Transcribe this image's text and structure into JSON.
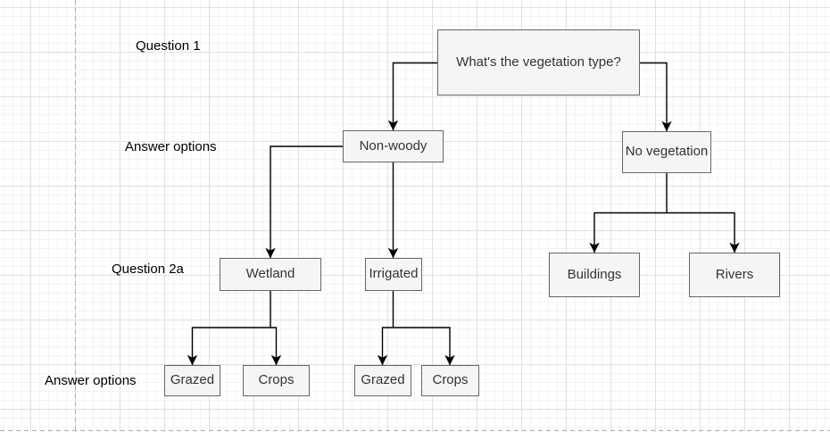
{
  "canvas": {
    "type": "diagram-canvas",
    "grid": "on",
    "colors": {
      "background": "#ffffff",
      "grid_minor": "#f3f3f3",
      "grid_major": "#e0e0e0",
      "page_border": "#ababab",
      "node_fill": "#f5f5f5",
      "node_border": "#666666",
      "node_text": "#333333",
      "edge": "#000000",
      "label_text": "#000000"
    }
  },
  "labels": {
    "question1": "Question 1",
    "answer_options_top": "Answer options",
    "question2a": "Question 2a",
    "answer_options_bottom": "Answer options"
  },
  "nodes": {
    "vegetation_type": {
      "label": "What's the vegetation type?"
    },
    "non_woody": {
      "label": "Non-woody"
    },
    "no_vegetation": {
      "label": "No vegetation"
    },
    "wetland": {
      "label": "Wetland"
    },
    "irrigated": {
      "label": "Irrigated"
    },
    "buildings": {
      "label": "Buildings"
    },
    "rivers": {
      "label": "Rivers"
    },
    "grazed_wetland": {
      "label": "Grazed"
    },
    "crops_wetland": {
      "label": "Crops"
    },
    "grazed_irrigated": {
      "label": "Grazed"
    },
    "crops_irrigated": {
      "label": "Crops"
    }
  },
  "edges": [
    {
      "from": "vegetation_type",
      "to": "non_woody"
    },
    {
      "from": "vegetation_type",
      "to": "no_vegetation"
    },
    {
      "from": "non_woody",
      "to": "wetland"
    },
    {
      "from": "non_woody",
      "to": "irrigated"
    },
    {
      "from": "no_vegetation",
      "to": "buildings"
    },
    {
      "from": "no_vegetation",
      "to": "rivers"
    },
    {
      "from": "wetland",
      "to": "grazed_wetland"
    },
    {
      "from": "wetland",
      "to": "crops_wetland"
    },
    {
      "from": "irrigated",
      "to": "grazed_irrigated"
    },
    {
      "from": "irrigated",
      "to": "crops_irrigated"
    }
  ]
}
